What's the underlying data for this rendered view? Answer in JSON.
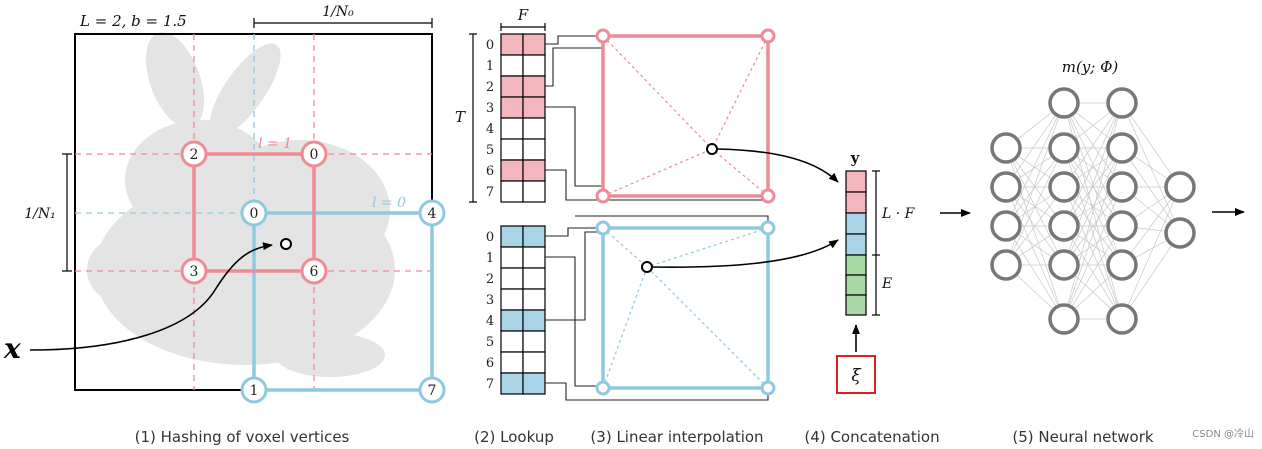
{
  "panel1": {
    "params": "L = 2,  b = 1.5",
    "n0_label": "1/N₀",
    "n1_label": "1/N₁",
    "x_label": "x",
    "red_level": "l = 1",
    "blue_level": "l = 0",
    "red_nodes": [
      "2",
      "0",
      "3",
      "6"
    ],
    "blue_nodes": [
      "0",
      "4",
      "1",
      "7"
    ]
  },
  "panel2": {
    "f_label": "F",
    "t_label": "T",
    "table_indices": [
      "0",
      "1",
      "2",
      "3",
      "4",
      "5",
      "6",
      "7"
    ]
  },
  "panel4": {
    "y_label": "y",
    "lf_label": "L · F",
    "e_label": "E",
    "xi_label": "ξ"
  },
  "panel5": {
    "m_label": "m(y; Φ)"
  },
  "captions": {
    "c1": "(1) Hashing of voxel vertices",
    "c2": "(2) Lookup",
    "c3": "(3) Linear interpolation",
    "c4": "(4) Concatenation",
    "c5": "(5) Neural network"
  },
  "watermark": "CSDN @冷山",
  "colors": {
    "red": "#ee8b95",
    "red_fill": "#f4b6bd",
    "blue": "#8fc9e0",
    "blue_fill": "#a9d3e6",
    "green_fill": "#a8d8a4",
    "highlight_box": "#e02020",
    "node_gray": "#777777"
  }
}
